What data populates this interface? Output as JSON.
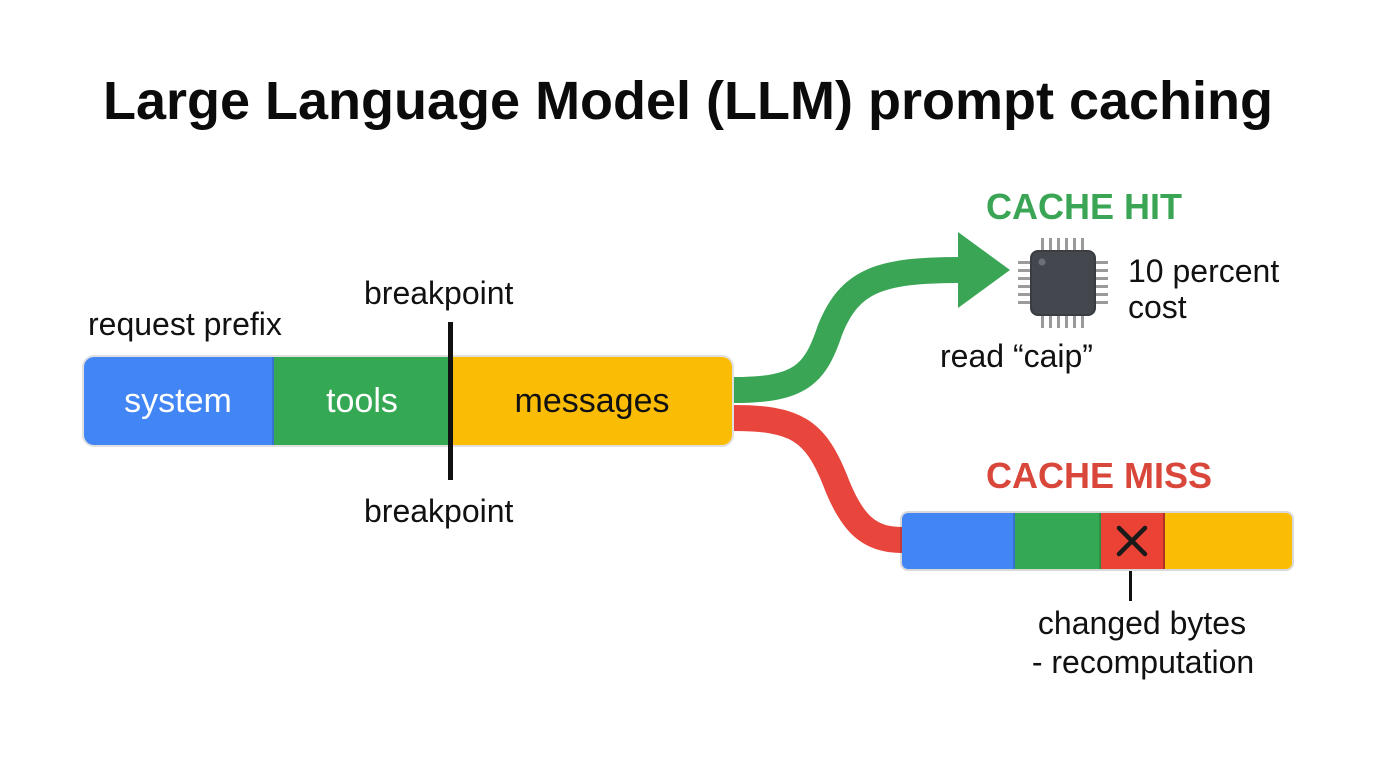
{
  "title": "Large Language Model (LLM) prompt caching",
  "request": {
    "prefix_label": "request prefix",
    "segments": [
      {
        "label": "system",
        "color": "#4285F4"
      },
      {
        "label": "tools",
        "color": "#34A853"
      },
      {
        "label": "messages",
        "color": "#FBBC05"
      }
    ],
    "breakpoint_top": "breakpoint",
    "breakpoint_bottom": "breakpoint"
  },
  "cache_hit": {
    "heading": "CACHE HIT",
    "color": "#3aa655",
    "chip_icon": "cpu-chip-icon",
    "cost_line1": "10 percent",
    "cost_line2": "cost",
    "read_label": "read “caip”"
  },
  "cache_miss": {
    "heading": "CACHE MISS",
    "color": "#d9473b",
    "mark_icon": "x-mark-icon",
    "note_line1": "changed bytes",
    "note_line2": "- recomputation"
  }
}
